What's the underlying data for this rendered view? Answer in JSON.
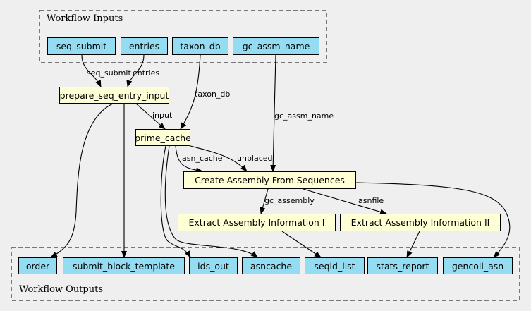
{
  "clusters": {
    "inputs": "Workflow Inputs",
    "outputs": "Workflow Outputs"
  },
  "inputs": {
    "seq_submit": "seq_submit",
    "entries": "entries",
    "taxon_db": "taxon_db",
    "gc_assm_name": "gc_assm_name"
  },
  "steps": {
    "prepare_seq_entry_input": "prepare_seq_entry_input",
    "prime_cache": "prime_cache",
    "create_assembly": "Create Assembly From Sequences",
    "extract_info_1": "Extract Assembly Information I",
    "extract_info_2": "Extract Assembly Information II"
  },
  "outputs": {
    "order": "order",
    "submit_block_template": "submit_block_template",
    "ids_out": "ids_out",
    "asncache": "asncache",
    "seqid_list": "seqid_list",
    "stats_report": "stats_report",
    "gencoll_asn": "gencoll_asn"
  },
  "edge_labels": {
    "seq_submit": "seq_submit",
    "entries": "entries",
    "taxon_db": "taxon_db",
    "gc_assm_name": "gc_assm_name",
    "input": "input",
    "asn_cache": "asn_cache",
    "unplaced": "unplaced",
    "gc_assembly": "gc_assembly",
    "asnfile": "asnfile"
  },
  "colors": {
    "background": "#efefef",
    "io_node_fill": "#94dcf2",
    "step_node_fill": "#ffffd5",
    "stroke": "#000000"
  }
}
